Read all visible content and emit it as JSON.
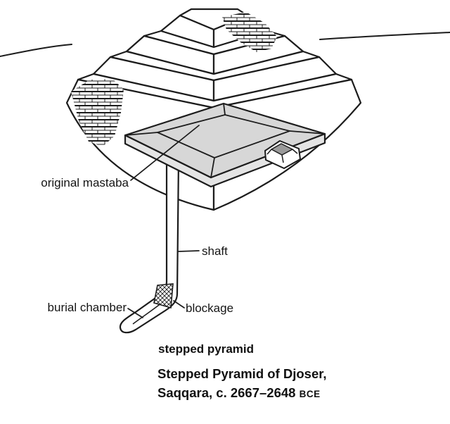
{
  "diagram": {
    "labels": {
      "original_mastaba": "original mastaba",
      "shaft": "shaft",
      "burial_chamber": "burial chamber",
      "blockage": "blockage"
    },
    "caption": {
      "title": "stepped pyramid",
      "line1": "Stepped Pyramid of Djoser,",
      "line2": "Saqqara, c. 2667–2648 ",
      "era": "BCE"
    },
    "colors": {
      "line": "#1c1c1c",
      "mastaba_fill": "#d7d7d7",
      "slab_side_fill": "#e4e4e4",
      "entrance_fill": "#9a9a9a",
      "background": "#ffffff"
    }
  }
}
